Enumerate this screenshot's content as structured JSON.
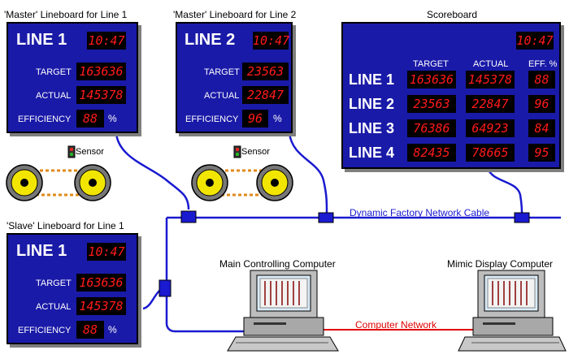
{
  "captions": {
    "master1": "'Master' Lineboard for Line 1",
    "master2": "'Master' Lineboard for Line 2",
    "slave1": "'Slave' Lineboard for Line 1",
    "scoreboard": "Scoreboard",
    "main_pc": "Main Controlling Computer",
    "mimic_pc": "Mimic Display Computer",
    "sensor1": "Sensor",
    "sensor2": "Sensor"
  },
  "boards": {
    "master1": {
      "title": "LINE 1",
      "time": "10:47",
      "target_label": "TARGET",
      "target": "163636",
      "actual_label": "ACTUAL",
      "actual": "145378",
      "eff_label": "EFFICIENCY",
      "eff": "88",
      "pct": "%"
    },
    "master2": {
      "title": "LINE 2",
      "time": "10:47",
      "target_label": "TARGET",
      "target": "23563",
      "actual_label": "ACTUAL",
      "actual": "22847",
      "eff_label": "EFFICIENCY",
      "eff": "96",
      "pct": "%"
    },
    "slave1": {
      "title": "LINE 1",
      "time": "10:47",
      "target_label": "TARGET",
      "target": "163636",
      "actual_label": "ACTUAL",
      "actual": "145378",
      "eff_label": "EFFICIENCY",
      "eff": "88",
      "pct": "%"
    }
  },
  "scoreboard": {
    "time": "10:47",
    "headers": [
      "TARGET",
      "ACTUAL",
      "EFF. %"
    ],
    "rows": [
      {
        "line": "LINE 1",
        "target": "163636",
        "actual": "145378",
        "eff": "88"
      },
      {
        "line": "LINE 2",
        "target": "23563",
        "actual": "22847",
        "eff": "96"
      },
      {
        "line": "LINE 3",
        "target": "76386",
        "actual": "64923",
        "eff": "84"
      },
      {
        "line": "LINE 4",
        "target": "82435",
        "actual": "78665",
        "eff": "95"
      }
    ]
  },
  "networks": {
    "factory_cable": "Dynamic Factory Network Cable",
    "factory_color": "#1a1ad0",
    "computer_network": "Computer Network",
    "computer_color": "#e00000"
  }
}
